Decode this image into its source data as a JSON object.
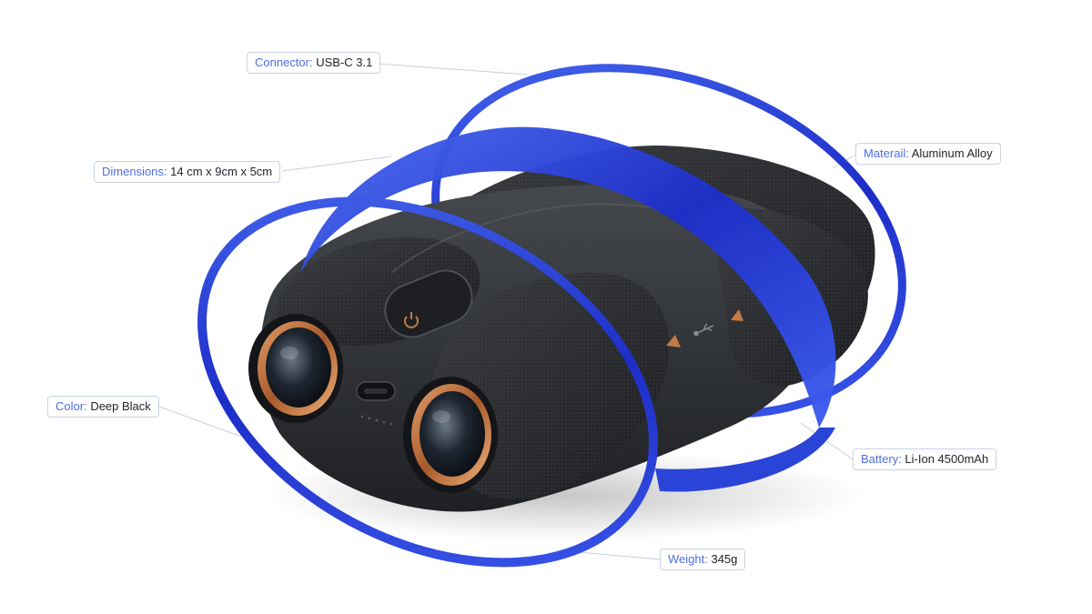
{
  "specs": {
    "connector": {
      "label": "Connector:",
      "value": "USB-C 3.1"
    },
    "dimensions": {
      "label": "Dimensions:",
      "value": "14 cm x 9cm x 5cm"
    },
    "material": {
      "label": "Materail:",
      "value": "Aluminum Alloy"
    },
    "color": {
      "label": "Color:",
      "value": "Deep Black"
    },
    "battery": {
      "label": "Battery:",
      "value": "Li-Ion 4500mAh"
    },
    "weight": {
      "label": "Weight:",
      "value": "345g"
    }
  },
  "colors": {
    "ribbon": "#2b46e6",
    "ribbon_dark": "#1a2fc2",
    "body": "#2b2d30",
    "lens_ring": "#c47a45",
    "label_key": "#4f6fe0",
    "label_border": "#c9d2e6"
  },
  "icons": [
    "power-icon",
    "usb-icon"
  ]
}
